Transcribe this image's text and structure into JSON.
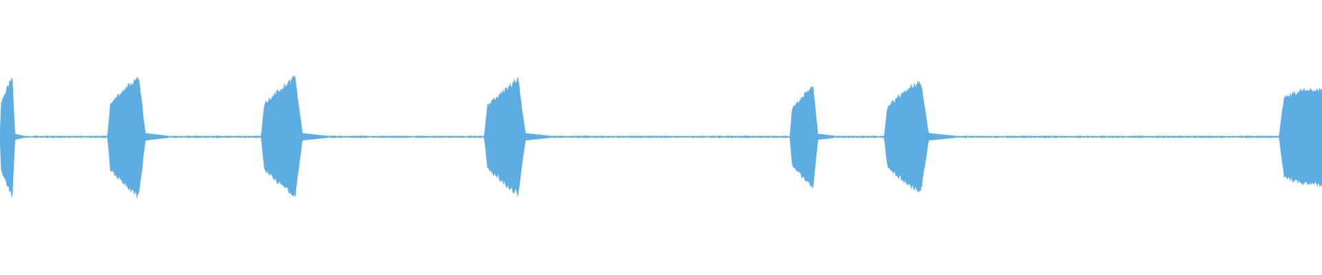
{
  "waveform": {
    "color": "#5dade2",
    "background": "#ffffff",
    "bursts": [
      {
        "shape": "peak-late",
        "start": 0.0,
        "end": 0.9,
        "level": 0.95,
        "tail": 0.03
      },
      {
        "shape": "peak-late",
        "start": 6.5,
        "end": 8.8,
        "level": 0.94,
        "tail": 0.04
      },
      {
        "shape": "peak-late",
        "start": 15.8,
        "end": 18.3,
        "level": 0.94,
        "tail": 0.04
      },
      {
        "shape": "peak-late",
        "start": 29.3,
        "end": 31.8,
        "level": 0.9,
        "tail": 0.04
      },
      {
        "shape": "peak-late",
        "start": 47.8,
        "end": 49.5,
        "level": 0.8,
        "tail": 0.03
      },
      {
        "shape": "peak-late",
        "start": 53.5,
        "end": 56.2,
        "level": 0.88,
        "tail": 0.04
      },
      {
        "shape": "plateau",
        "start": 77.4,
        "end": 80.0,
        "level": 0.74,
        "tail": 0.0
      }
    ],
    "duration": 80.0,
    "noise_level": 0.012
  }
}
